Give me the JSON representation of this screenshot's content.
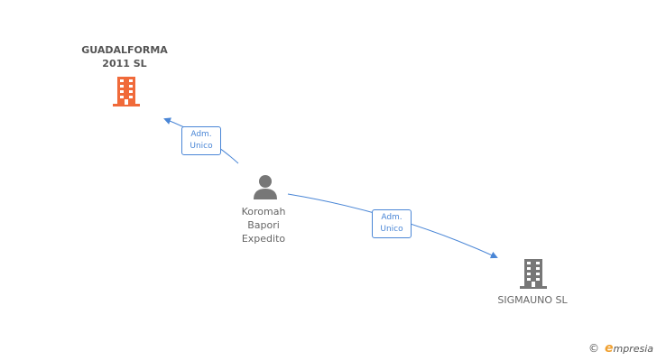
{
  "nodes": {
    "guadalforma": {
      "line1": "GUADALFORMA",
      "line2": "2011 SL"
    },
    "person": {
      "line1": "Koromah",
      "line2": "Bapori",
      "line3": "Expedito"
    },
    "sigmauno": {
      "line1": "SIGMAUNO SL"
    }
  },
  "edges": {
    "edge1": {
      "line1": "Adm.",
      "line2": "Unico"
    },
    "edge2": {
      "line1": "Adm.",
      "line2": "Unico"
    }
  },
  "brand": {
    "copyright": "©",
    "name_e": "e",
    "name_rest": "mpresia"
  },
  "colors": {
    "company_highlight": "#f06a3a",
    "company_default": "#777777",
    "person": "#777777",
    "edge": "#4a86d6"
  }
}
